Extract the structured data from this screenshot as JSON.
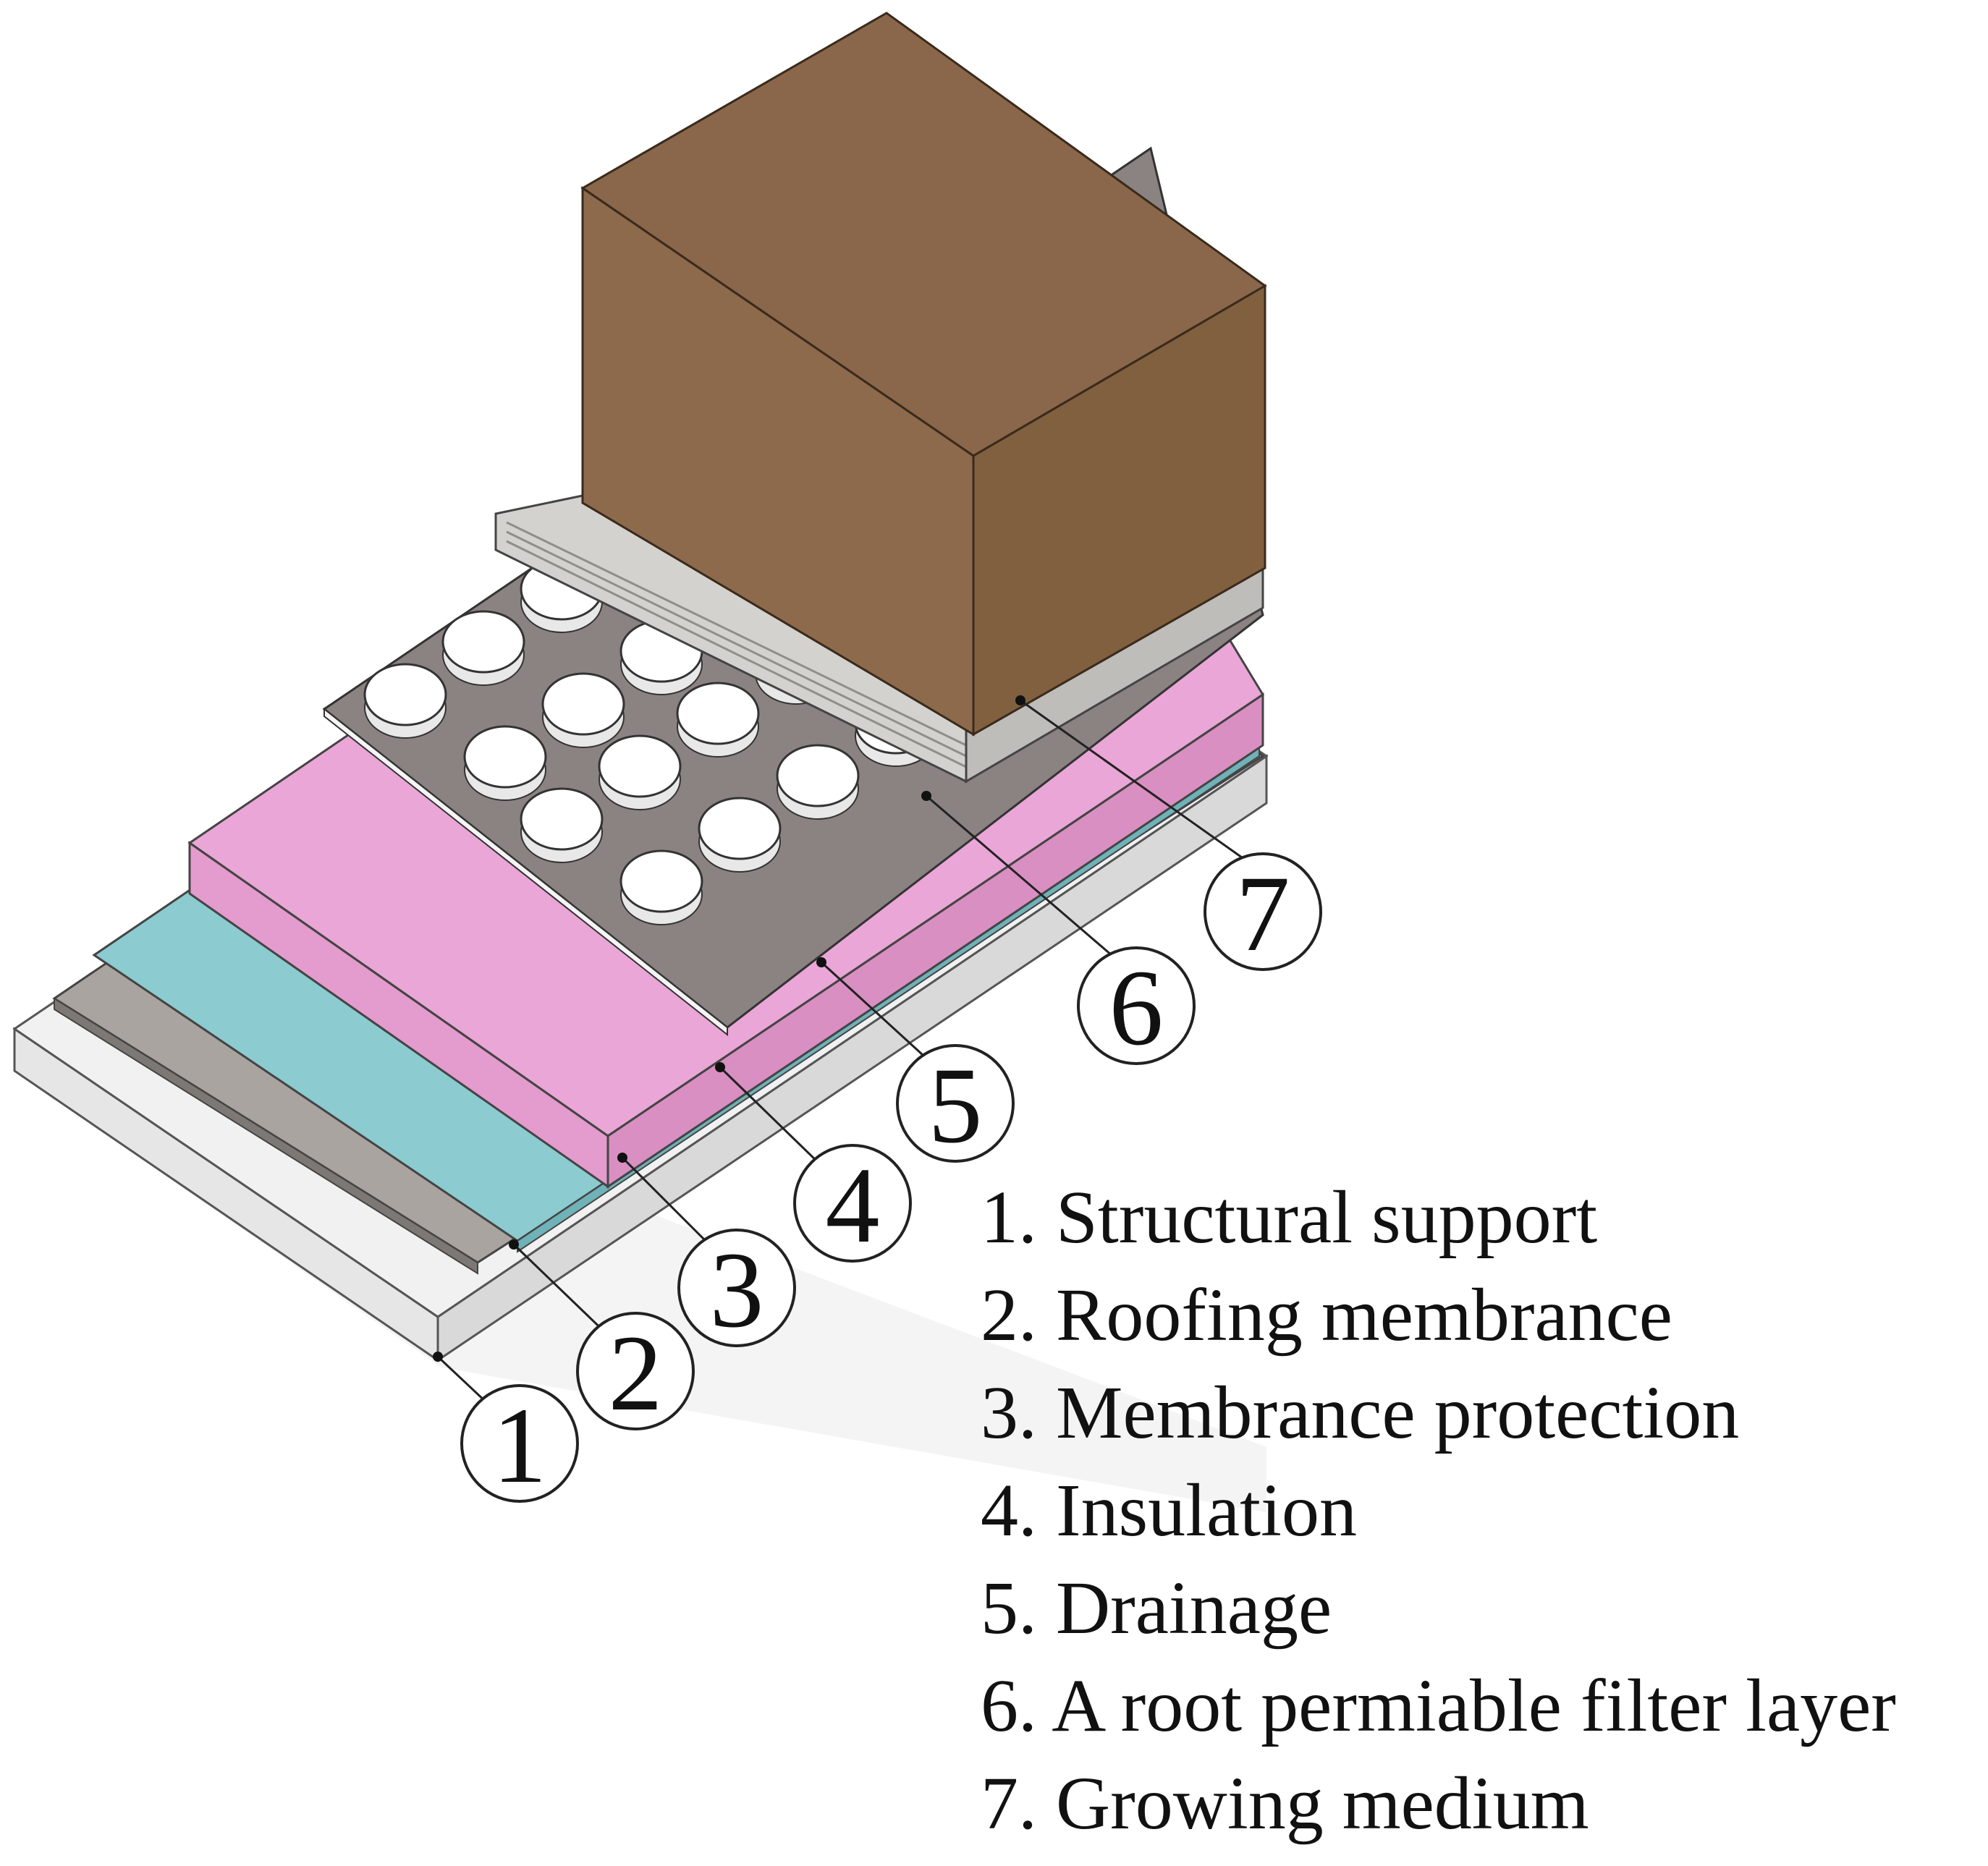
{
  "legend": [
    {
      "number": "1",
      "label": "1. Structural support"
    },
    {
      "number": "2",
      "label": "2. Roofing membrance"
    },
    {
      "number": "3",
      "label": "3. Membrance protection"
    },
    {
      "number": "4",
      "label": "4. Insulation"
    },
    {
      "number": "5",
      "label": "5. Drainage"
    },
    {
      "number": "6",
      "label": "6. A root permiable filter layer"
    },
    {
      "number": "7",
      "label": "7. Growing medium"
    }
  ],
  "colors": {
    "structural_support": "#ebebeb",
    "roofing_membrane": "#a9a49f",
    "membrane_protection": "#8ccbd0",
    "insulation": "#eaa6d6",
    "drainage": "#8a8382",
    "filter_layer": "#c9c8c4",
    "growing_medium": "#8a674a"
  }
}
